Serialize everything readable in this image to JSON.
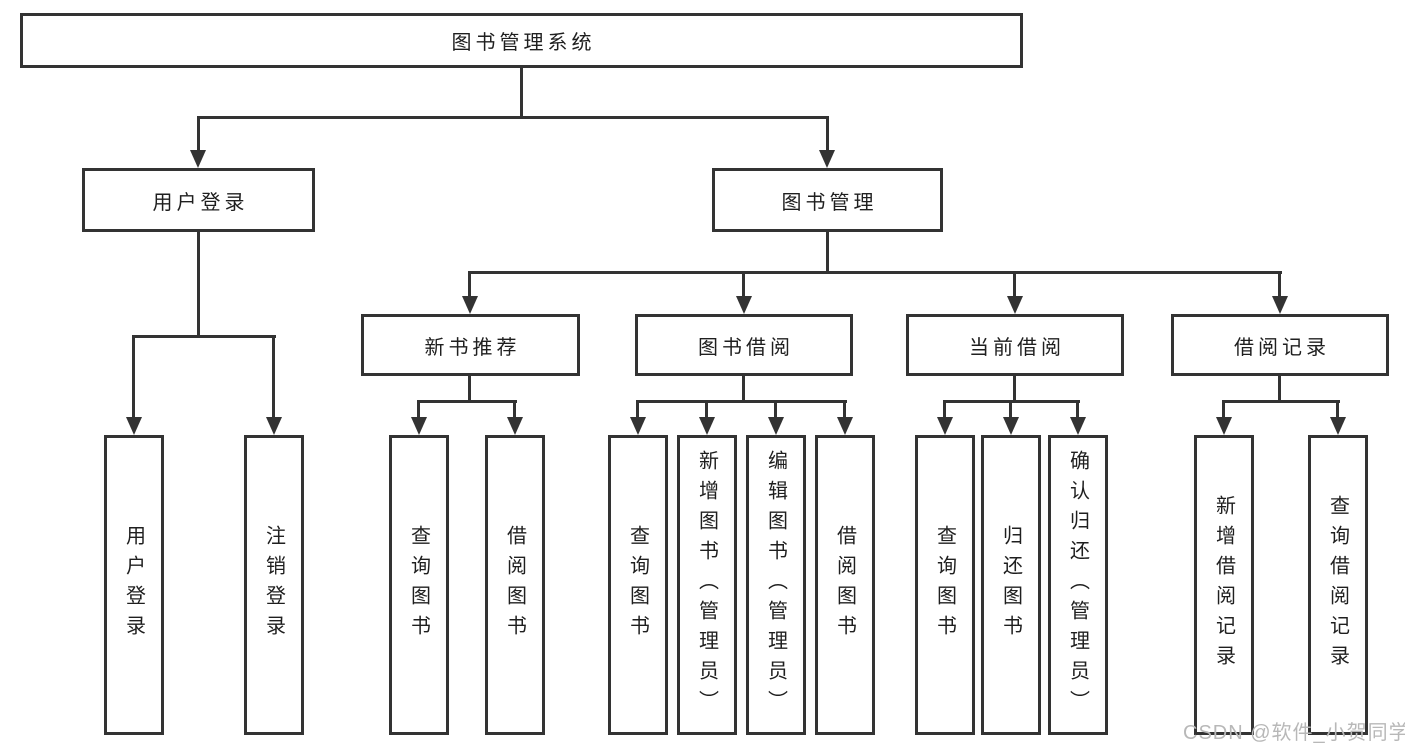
{
  "diagram": {
    "type": "hierarchy-tree",
    "colors": {
      "line": "#333333",
      "box_border": "#333333",
      "text": "#1f1f1f",
      "background": "#ffffff",
      "watermark": "#b8b8b8"
    },
    "tree": {
      "root": "图书管理系统",
      "branches": [
        {
          "label": "用户登录",
          "leaves": [
            "用户登录",
            "注销登录"
          ]
        },
        {
          "label": "图书管理",
          "sections": [
            {
              "label": "新书推荐",
              "leaves": [
                "查询图书",
                "借阅图书"
              ]
            },
            {
              "label": "图书借阅",
              "leaves": [
                "查询图书",
                "新增图书（管理员）",
                "编辑图书（管理员）",
                "借阅图书"
              ]
            },
            {
              "label": "当前借阅",
              "leaves": [
                "查询图书",
                "归还图书",
                "确认归还（管理员）"
              ]
            },
            {
              "label": "借阅记录",
              "leaves": [
                "新增借阅记录",
                "查询借阅记录"
              ]
            }
          ]
        }
      ]
    },
    "watermark": "CSDN @软件_小贺同学"
  }
}
